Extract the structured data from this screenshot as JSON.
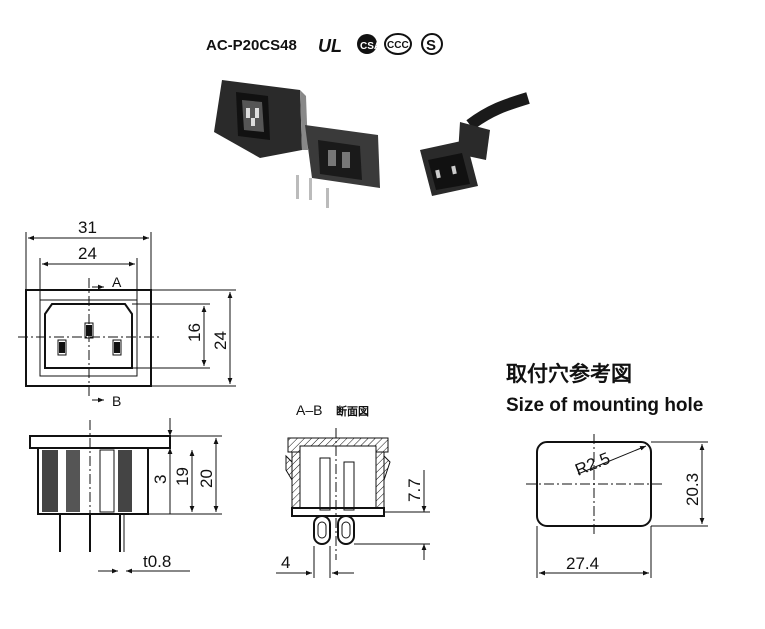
{
  "header": {
    "model": "AC-P20CS48",
    "cert_marks": [
      "UL",
      "CSA",
      "CCC",
      "S"
    ]
  },
  "photos": {
    "items": [
      "inlet-front",
      "inlet-rear",
      "cord-connector"
    ]
  },
  "front_view": {
    "dim_overall_width": "31",
    "dim_inner_width": "24",
    "section_top": "A",
    "section_bottom": "B",
    "dim_inner_height": "16",
    "dim_overall_height": "24"
  },
  "side_view": {
    "dim_flange": "3",
    "dim_body": "19",
    "dim_total": "20",
    "dim_pin": "t0.8"
  },
  "section_view": {
    "title": "A–B",
    "title_cjk": "断面図",
    "dim_depth": "7.7",
    "dim_bottom": "4"
  },
  "mounting": {
    "title_cjk": "取付穴参考図",
    "title_en": "Size of mounting hole",
    "radius": "R2.5",
    "height": "20.3",
    "width": "27.4"
  },
  "colors": {
    "ink": "#111111",
    "photo_body": "#2a2a2a"
  }
}
